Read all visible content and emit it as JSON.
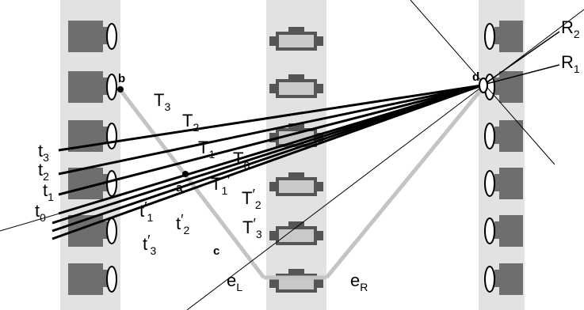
{
  "labels": {
    "b": "b",
    "a": "a",
    "c": "c",
    "d": "d",
    "T3": "T",
    "T3_sub": "3",
    "T2": "T",
    "T2_sub": "2",
    "T1": "T",
    "T1_sub": "1",
    "T0": "T",
    "T0_sub": "0",
    "T1p": "T",
    "T1p_sub": "1",
    "T1p_prime": "′",
    "T2p": "T",
    "T2p_prime": "′",
    "T2p_sub": "2",
    "T3p": "T",
    "T3p_prime": "′",
    "T3p_sub": "3",
    "t3": "t",
    "t3_sub": "3",
    "t2": "t",
    "t2_sub": "2",
    "t1": "t",
    "t1_sub": "1",
    "t0": "t",
    "t0_sub": "0",
    "t1p": "t",
    "t1p_prime": "′",
    "t1p_sub": "1",
    "t2p": "t",
    "t2p_prime": "′",
    "t2p_sub": "2",
    "t3p": "t",
    "t3p_prime": "′",
    "t3p_sub": "3",
    "R2": "R",
    "R2_sub": "2",
    "R1": "R",
    "R1_sub": "1",
    "eL": "e",
    "eL_sub": "L",
    "eR": "e",
    "eR_sub": "R"
  },
  "colors": {
    "column_bg": "#e2e2e2",
    "camera_body_dark": "#6e6e6e",
    "camera_body_light": "#c9c9c9",
    "lens": "#ffffff",
    "ray": "#000000",
    "path_gray": "#c4c4c4"
  },
  "icons": {
    "left_cameras": "camera-icon",
    "middle_cameras": "camera-side-icon",
    "right_cameras": "camera-icon"
  }
}
